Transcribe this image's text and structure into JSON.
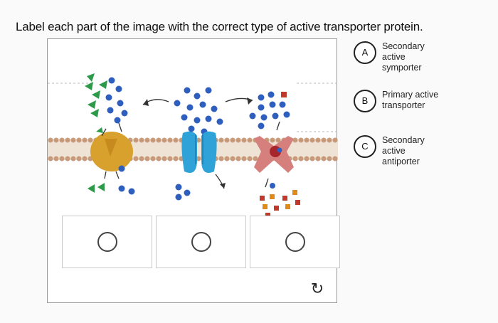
{
  "question": "Label each part of the image with the correct type of active transporter protein.",
  "options": [
    {
      "letter": "A",
      "lines": [
        "Secondary",
        "active",
        "symporter"
      ]
    },
    {
      "letter": "B",
      "lines": [
        "Primary active",
        "transporter"
      ]
    },
    {
      "letter": "C",
      "lines": [
        "Secondary",
        "active",
        "antiporter"
      ]
    }
  ],
  "reset_icon": "↻",
  "colors": {
    "membrane": "#c79a7a",
    "symporter": "#d8a12e",
    "uniporter": "#2fa3d8",
    "antiporter": "#d6807e",
    "ion_blue": "#2e5fbf",
    "triangle_green": "#2d9a4a",
    "square_red": "#c0392b",
    "square_orange": "#e08a1a"
  }
}
